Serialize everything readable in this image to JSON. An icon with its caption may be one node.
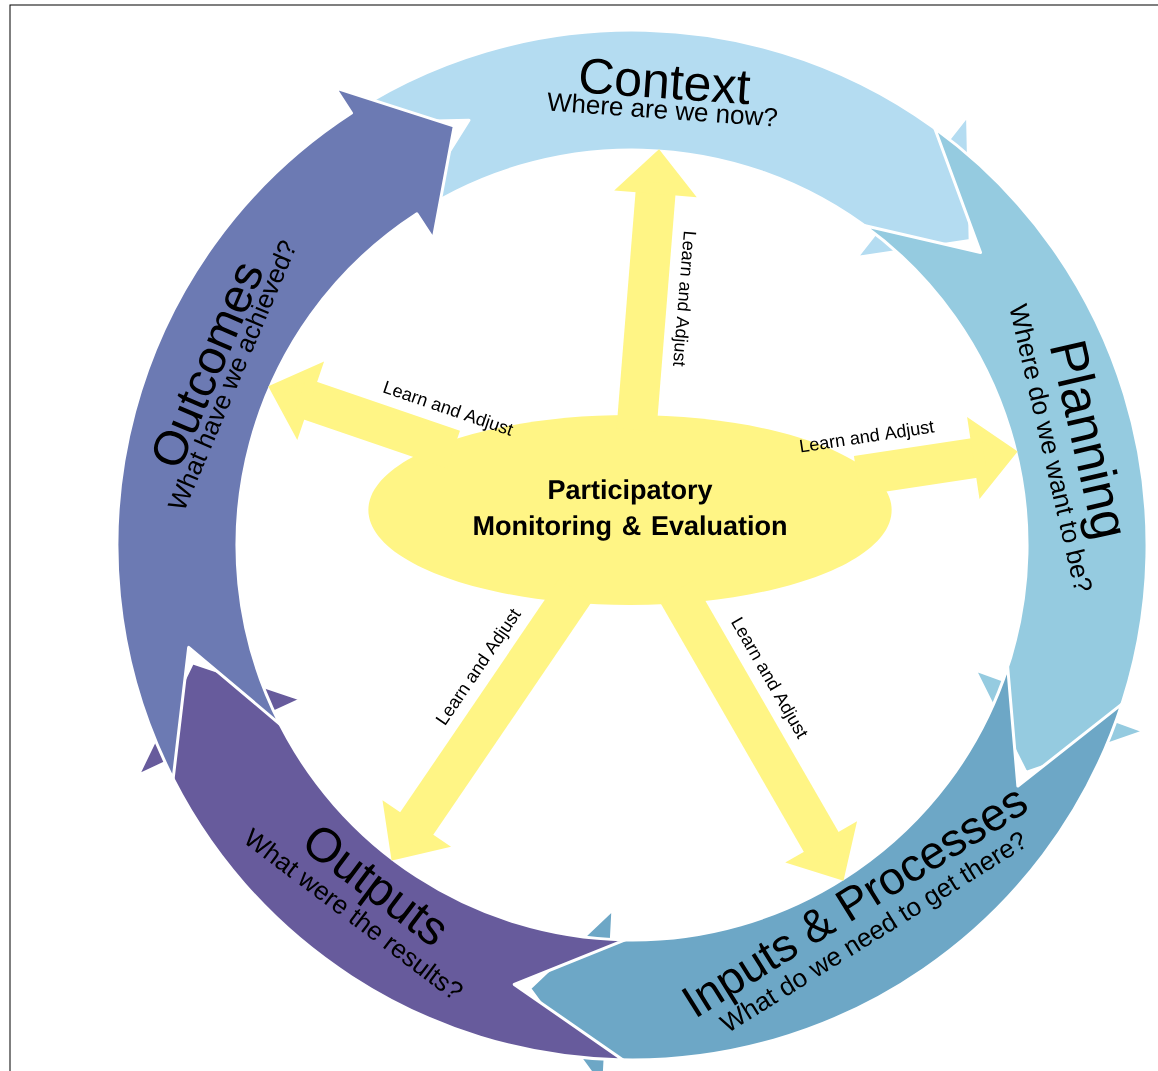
{
  "diagram": {
    "nodes": [
      {
        "text": [
          "Participatory Monitoring & Evaluation"
        ]
      },
      {
        "text": [
          "Context",
          "Where are we now?"
        ]
      },
      {
        "text": [
          "Planning",
          "Where do we want to be?"
        ]
      },
      {
        "text": [
          "Inputs & Processes",
          "What do we need to get there?"
        ]
      },
      {
        "text": [
          "Outputs",
          "What were the results?"
        ]
      },
      {
        "text": [
          "Outcomes",
          "What have we achieved?"
        ]
      }
    ],
    "edges": [
      {
        "from": 0,
        "to": 1,
        "arrow": "to",
        "label": "Learn and Adjust"
      },
      {
        "from": 0,
        "to": 2,
        "arrow": "to",
        "label": "Learn and Adjust"
      },
      {
        "from": 0,
        "to": 3,
        "arrow": "to",
        "label": "Learn and Adjust"
      },
      {
        "from": 0,
        "to": 4,
        "arrow": "to",
        "label": "Learn and Adjust"
      },
      {
        "from": 0,
        "to": 5,
        "arrow": "to",
        "label": "Learn and Adjust"
      }
    ]
  }
}
